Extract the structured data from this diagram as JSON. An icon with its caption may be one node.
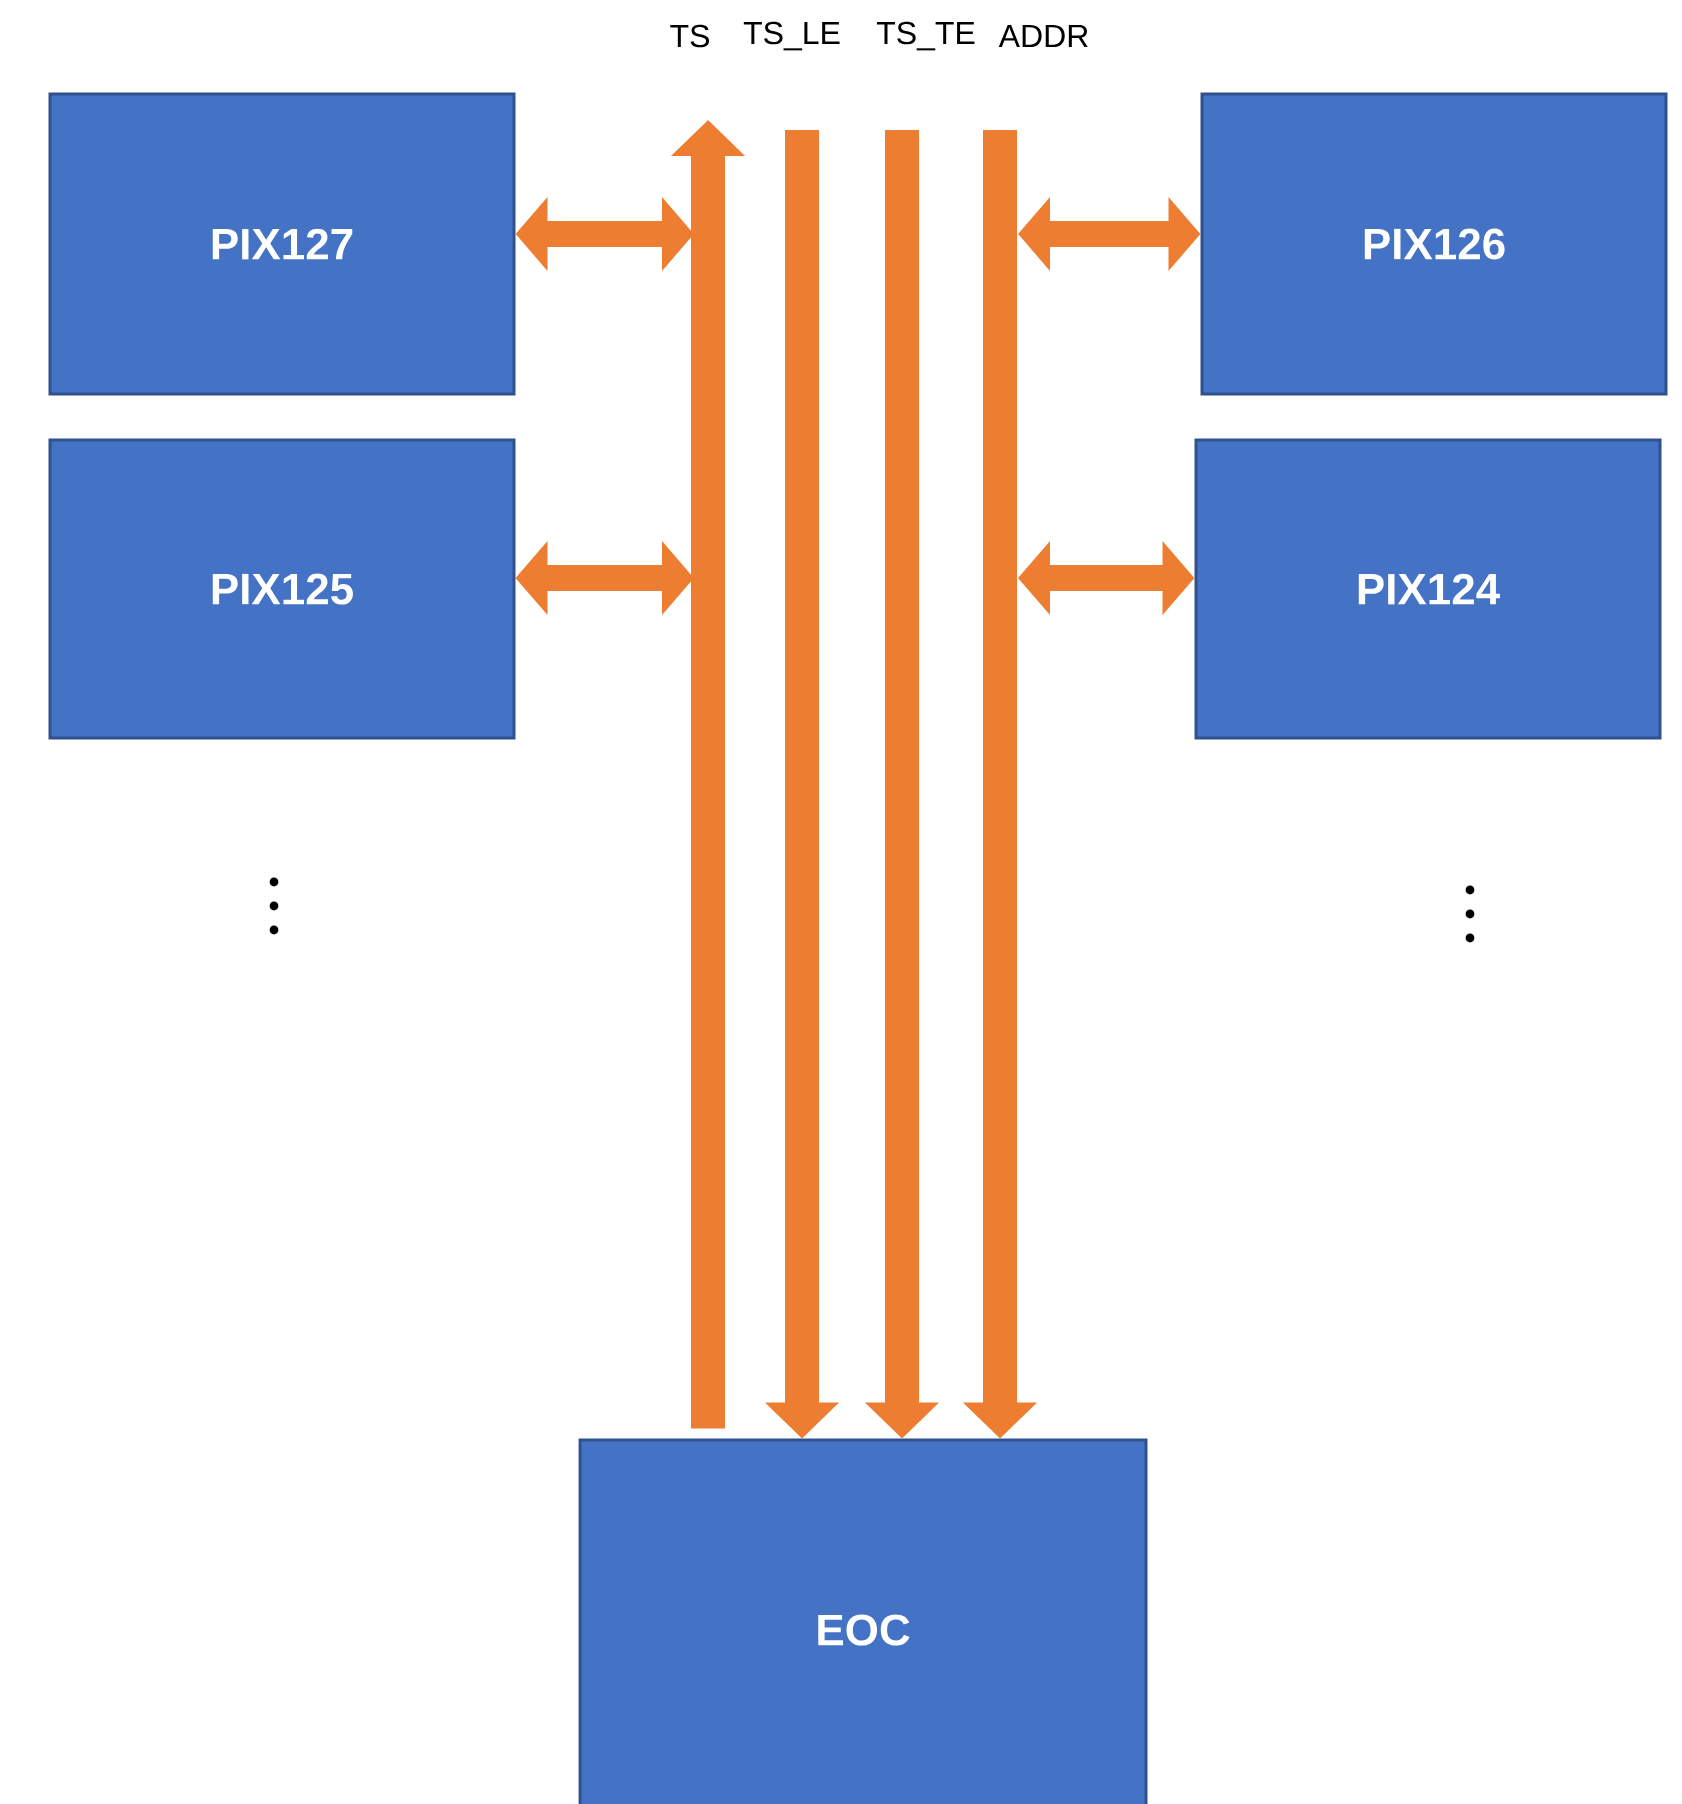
{
  "diagram": {
    "nodes": [
      {
        "text": [
          "PIX127"
        ]
      },
      {
        "text": [
          "PIX126"
        ]
      },
      {
        "text": [
          "PIX125"
        ]
      },
      {
        "text": [
          "PIX124"
        ]
      },
      {
        "text": [
          "EOC"
        ]
      }
    ],
    "edges": [
      {
        "from": 4,
        "to": null,
        "arrow": "to",
        "label": "TS"
      },
      {
        "from": null,
        "to": 4,
        "arrow": "to",
        "label": "TS_LE"
      },
      {
        "from": null,
        "to": 4,
        "arrow": "to",
        "label": "TS_TE"
      },
      {
        "from": null,
        "to": 4,
        "arrow": "to",
        "label": "ADDR"
      },
      {
        "from": 0,
        "to": null,
        "arrow": "both"
      },
      {
        "from": 2,
        "to": null,
        "arrow": "both"
      },
      {
        "from": 1,
        "to": null,
        "arrow": "both"
      },
      {
        "from": 3,
        "to": null,
        "arrow": "both"
      }
    ]
  }
}
